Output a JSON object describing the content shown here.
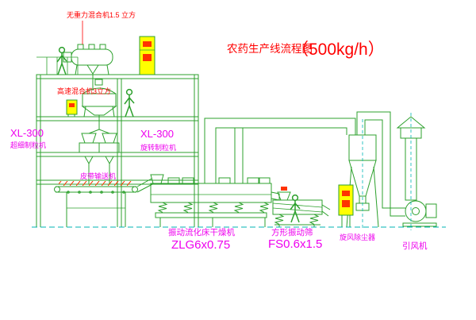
{
  "title": {
    "main": "农药生产线流程图",
    "capacity": "（500kg/h）"
  },
  "labels": {
    "top_mixer": "无重力混合机1.5 立方",
    "high_speed_mixer": "高速混合机3立方",
    "granulator_left_model": "XL-300",
    "granulator_left_name": "超细制粒机",
    "granulator_right_model": "XL-300",
    "granulator_right_name": "旋转制粒机",
    "belt_conveyor": "皮带输送机",
    "dryer_name": "振动流化床干燥机",
    "dryer_model": "ZLG6x0.75",
    "screen_name": "方形振动筛",
    "screen_model": "FS0.6x1.5",
    "cyclone": "旋风除尘器",
    "fan": "引风机"
  },
  "colors": {
    "line_green": "#2ca02c",
    "label_magenta": "#ee00ee",
    "label_red": "#ff0000",
    "cabinet_yellow": "#ffff00",
    "hatch_red": "#ff3300",
    "centerline_cyan": "#00b6b6",
    "background": "#ffffff"
  }
}
